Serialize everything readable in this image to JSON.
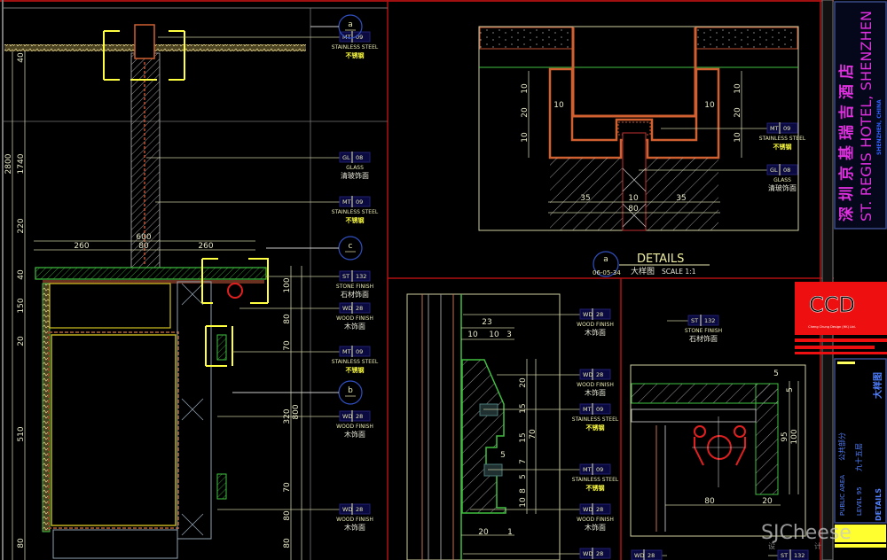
{
  "title_block": {
    "hotel_cn": "深圳京基瑞吉酒店",
    "hotel_en": "ST. REGIS HOTEL, SHENZHEN",
    "location": "SHENZHEN, CHINA",
    "firm": "CCD",
    "firm_sub": "Cheng Chung Design (HK) Ltd.",
    "area_en": "PUBLIC AREA",
    "area_cn": "公共部分",
    "level_en": "LEVEL 95",
    "level_cn": "九十五层",
    "sheet_en": "DETAILS",
    "sheet_cn": "大样图"
  },
  "detail_title": {
    "bubble": "a",
    "ref": "06-05-34",
    "title": "DETAILS",
    "cn": "大样图",
    "scale": "SCALE 1:1"
  },
  "section_bubbles": [
    "a",
    "c",
    "b"
  ],
  "callouts": {
    "left": [
      {
        "code": "MT",
        "num": "09",
        "en": "STAINLESS STEEL",
        "cn": "不锈钢"
      },
      {
        "code": "GL",
        "num": "08",
        "en": "GLASS",
        "cn": "清玻饰面"
      },
      {
        "code": "MT",
        "num": "09",
        "en": "STAINLESS STEEL",
        "cn": "不锈钢"
      },
      {
        "code": "ST",
        "num": "132",
        "en": "STONE FINISH",
        "cn": "石材饰面"
      },
      {
        "code": "WD",
        "num": "28",
        "en": "WOOD FINISH",
        "cn": "木饰面"
      },
      {
        "code": "MT",
        "num": "09",
        "en": "STAINLESS STEEL",
        "cn": "不锈钢"
      },
      {
        "code": "WD",
        "num": "28",
        "en": "WOOD FINISH",
        "cn": "木饰面"
      },
      {
        "code": "WD",
        "num": "28",
        "en": "WOOD FINISH",
        "cn": "木饰面"
      }
    ],
    "top_right": [
      {
        "code": "MT",
        "num": "09",
        "en": "STAINLESS STEEL",
        "cn": "不锈钢"
      },
      {
        "code": "GL",
        "num": "08",
        "en": "GLASS",
        "cn": "清玻饰面"
      }
    ],
    "bottom_mid": [
      {
        "code": "WD",
        "num": "28",
        "en": "WOOD FINISH",
        "cn": "木饰面"
      },
      {
        "code": "WD",
        "num": "28",
        "en": "WOOD FINISH",
        "cn": "木饰面"
      },
      {
        "code": "MT",
        "num": "09",
        "en": "STAINLESS STEEL",
        "cn": "不锈钢"
      },
      {
        "code": "MT",
        "num": "09",
        "en": "STAINLESS STEEL",
        "cn": "不锈钢"
      },
      {
        "code": "WD",
        "num": "28",
        "en": "WOOD FINISH",
        "cn": "木饰面"
      },
      {
        "code": "WD",
        "num": "28",
        "en": "WOOD FINISH",
        "cn": ""
      }
    ],
    "bottom_right": [
      {
        "code": "ST",
        "num": "132",
        "en": "STONE FINISH",
        "cn": "石材饰面"
      },
      {
        "code": "WD",
        "num": "28",
        "en": "",
        "cn": ""
      },
      {
        "code": "ST",
        "num": "132",
        "en": "",
        "cn": ""
      }
    ]
  },
  "dimensions": {
    "left": [
      "2800",
      "40",
      "1740",
      "220",
      "40",
      "150",
      "20",
      "510",
      "80",
      "100",
      "80",
      "70",
      "320",
      "800",
      "70",
      "80",
      "80",
      "600",
      "260",
      "80",
      "260"
    ],
    "top_right": [
      "10",
      "20",
      "10",
      "10",
      "20",
      "10",
      "10",
      "10",
      "35",
      "10",
      "35",
      "80"
    ],
    "bottom_mid": [
      "23",
      "10",
      "10",
      "3",
      "20",
      "15",
      "15",
      "70",
      "7",
      "5",
      "5",
      "8",
      "10",
      "20",
      "1"
    ],
    "bottom_right": [
      "80",
      "20",
      "95",
      "100",
      "5",
      "5"
    ]
  },
  "watermark": {
    "text": "SJCheese",
    "sub1": "设",
    "sub2": "计"
  }
}
